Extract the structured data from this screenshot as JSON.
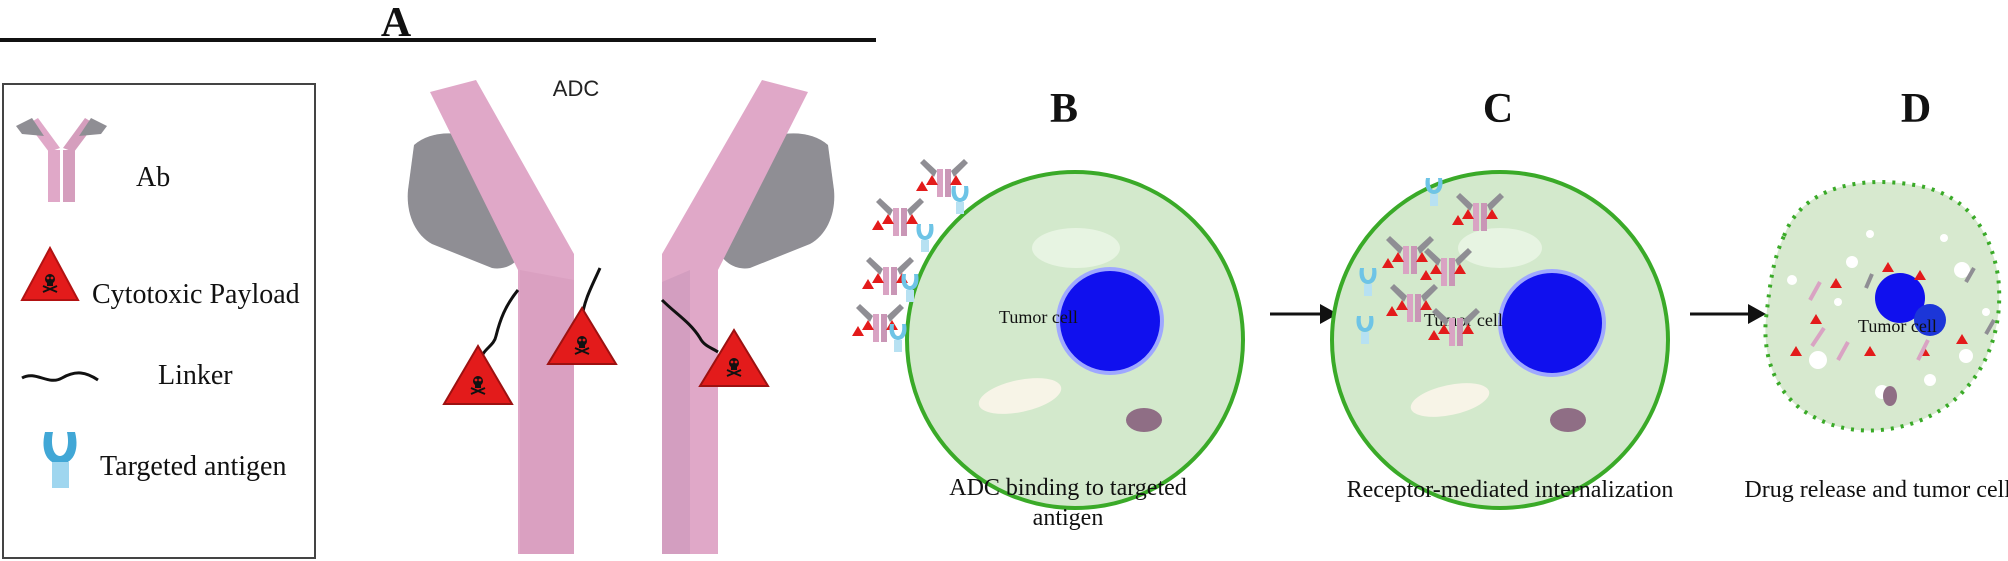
{
  "panels": {
    "a": "A",
    "b": "B",
    "c": "C",
    "d": "D"
  },
  "legend": {
    "ab": "Ab",
    "payload": "Cytotoxic Payload",
    "linker": "Linker",
    "antigen": "Targeted antigen"
  },
  "adc_label": "ADC",
  "tumor_cell_label": "Tumor cell",
  "captions": {
    "b_line1": "ADC binding to targeted",
    "b_line2": "antigen",
    "c": "Receptor-mediated internalization",
    "d": "Drug release and tumor cell killing"
  },
  "colors": {
    "antibody_pink": "#e0a8c8",
    "fab_gray": "#8f8e94",
    "payload_red": "#e31b1b",
    "antigen_blue": "#6ec4e6",
    "cell_green": "#d3e9cc",
    "cell_border": "#3aaa28",
    "nucleus_blue": "#1010ee"
  }
}
